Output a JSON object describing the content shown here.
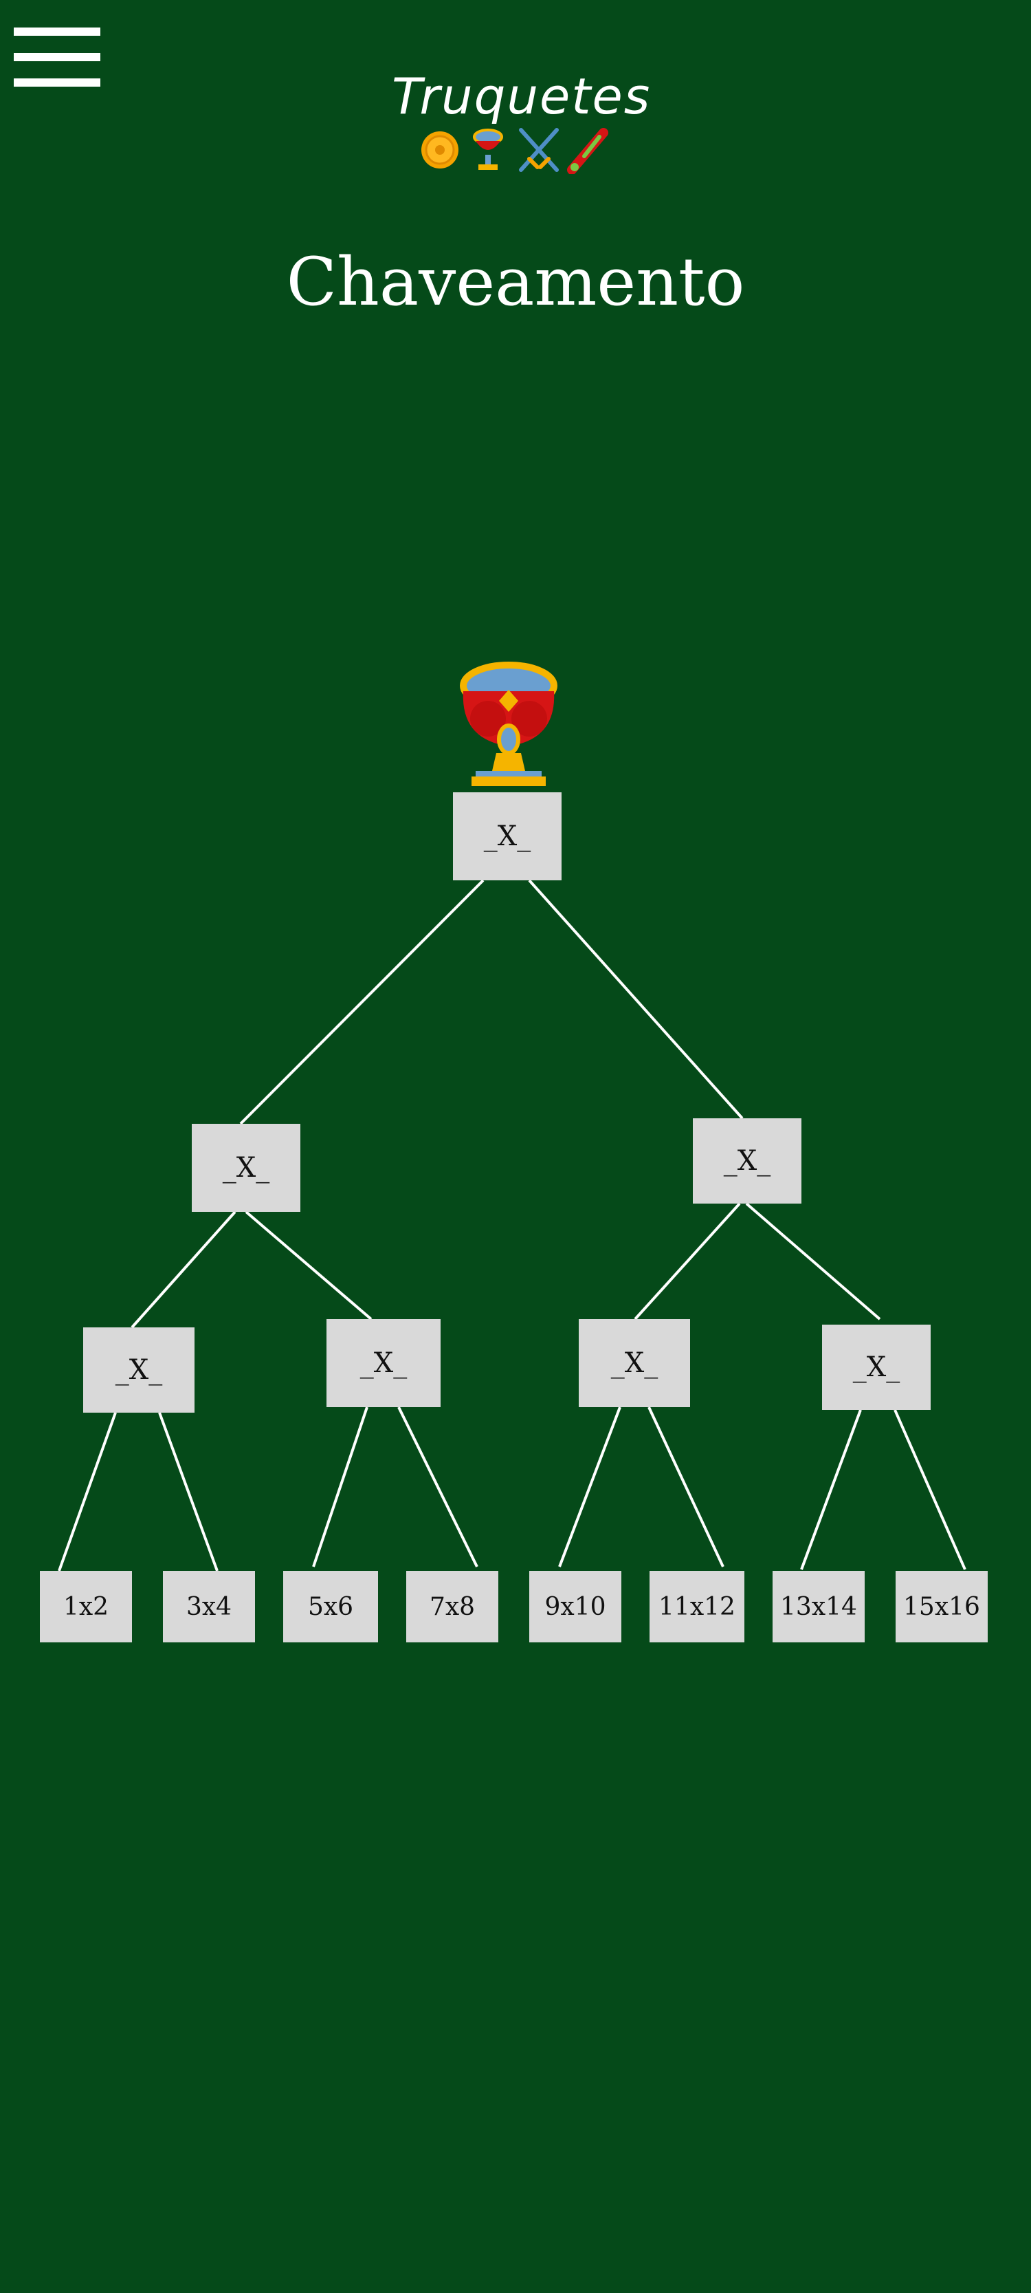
{
  "header": {
    "menu_icon": "hamburger-menu-icon",
    "logo": {
      "text": "Truquetes",
      "suit_icons": [
        "gold-coin-icon",
        "goblet-icon",
        "crossed-swords-icon",
        "club-icon"
      ]
    }
  },
  "page": {
    "title": "Chaveamento"
  },
  "bracket": {
    "trophy_icon": "goblet-trophy-icon",
    "final": {
      "label": "_X_"
    },
    "semifinals": [
      {
        "label": "_X_"
      },
      {
        "label": "_X_"
      }
    ],
    "quarterfinals": [
      {
        "label": "_X_"
      },
      {
        "label": "_X_"
      },
      {
        "label": "_X_"
      },
      {
        "label": "_X_"
      }
    ],
    "round_of_16": [
      {
        "label": "1x2"
      },
      {
        "label": "3x4"
      },
      {
        "label": "5x6"
      },
      {
        "label": "7x8"
      },
      {
        "label": "9x10"
      },
      {
        "label": "11x12"
      },
      {
        "label": "13x14"
      },
      {
        "label": "15x16"
      }
    ]
  },
  "colors": {
    "background": "#054a19",
    "match_box": "#d9d9d9",
    "line": "#ffffff"
  }
}
